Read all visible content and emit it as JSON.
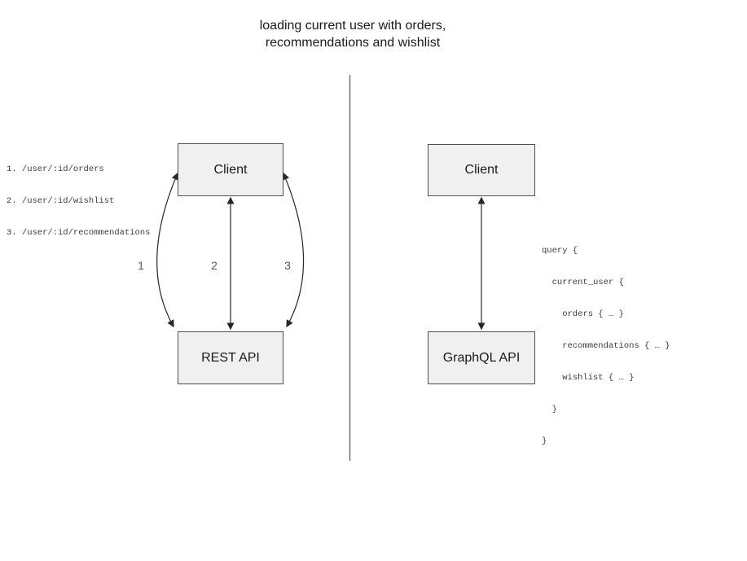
{
  "title": {
    "line1": "loading current user with orders,",
    "line2": "recommendations and wishlist"
  },
  "left_panel": {
    "endpoints": [
      "1. /user/:id/orders",
      "2. /user/:id/wishlist",
      "3. /user/:id/recommendations"
    ],
    "client_label": "Client",
    "api_label": "REST API",
    "arrow_labels": [
      "1",
      "2",
      "3"
    ]
  },
  "right_panel": {
    "client_label": "Client",
    "api_label": "GraphQL API",
    "query_lines": [
      "query {",
      "  current_user {",
      "    orders { … }",
      "    recommendations { … }",
      "    wishlist { … }",
      "  }",
      "}"
    ]
  },
  "colors": {
    "box_fill": "#f0f0f0",
    "box_border": "#4d4d4d",
    "arrow": "#262626",
    "divider": "#737373",
    "muted_text": "#595959",
    "text": "#1a1a1a"
  }
}
